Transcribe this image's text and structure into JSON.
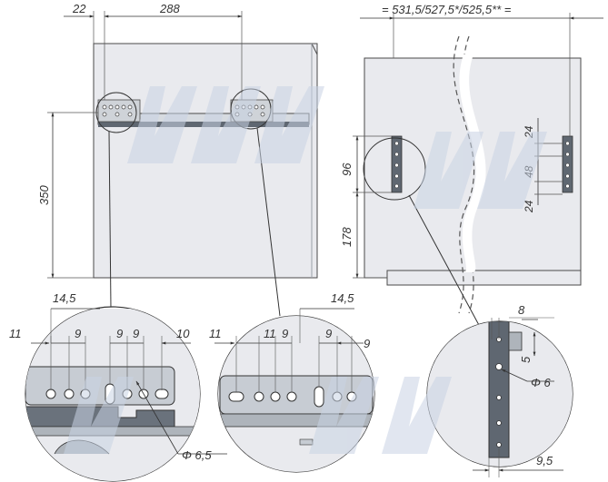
{
  "dims": {
    "top_left": "22",
    "top_width": "288",
    "height_350": "350",
    "right_width": "= 531,5/527,5*/525,5** =",
    "height_96": "96",
    "height_178": "178",
    "v24a": "24",
    "v48": "48",
    "v24b": "24",
    "d1_14_5": "14,5",
    "d1_11": "11",
    "d1_9a": "9",
    "d1_9b": "9",
    "d1_9c": "9",
    "d1_10": "10",
    "d1_dia": "Φ 6,5",
    "d2_14_5": "14,5",
    "d2_11a": "11",
    "d2_11b": "11",
    "d2_9a": "9",
    "d2_9b": "9",
    "d2_9c": "9",
    "d3_8": "8",
    "d3_5": "5",
    "d3_dia": "Φ 6",
    "d3_9_5": "9,5"
  },
  "colors": {
    "panel": "#e9eaee",
    "line": "#4a4a4a",
    "rail": "#5f6771",
    "watermark": "#c9d3e4"
  }
}
